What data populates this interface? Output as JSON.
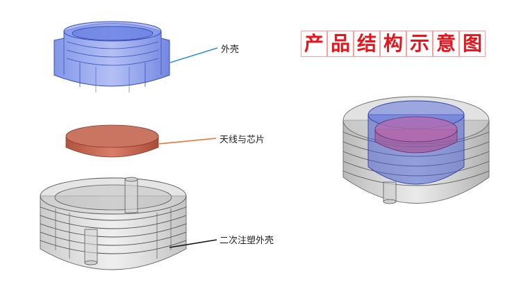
{
  "title": "产品结构示意图",
  "labels": {
    "shell": "外壳",
    "antenna_chip": "天线与芯片",
    "overmold_shell": "二次注塑外壳"
  },
  "colors": {
    "title": "#e8141c",
    "title_grid": "#ff9d9d",
    "shell_blue": "#3f5fd6",
    "chip_copper": "#c9705c",
    "overmold_gray": "#8e8e8e",
    "leader_shell": "#2f8fd8",
    "leader_chip": "#e8742e",
    "leader_overmold": "#111111"
  }
}
